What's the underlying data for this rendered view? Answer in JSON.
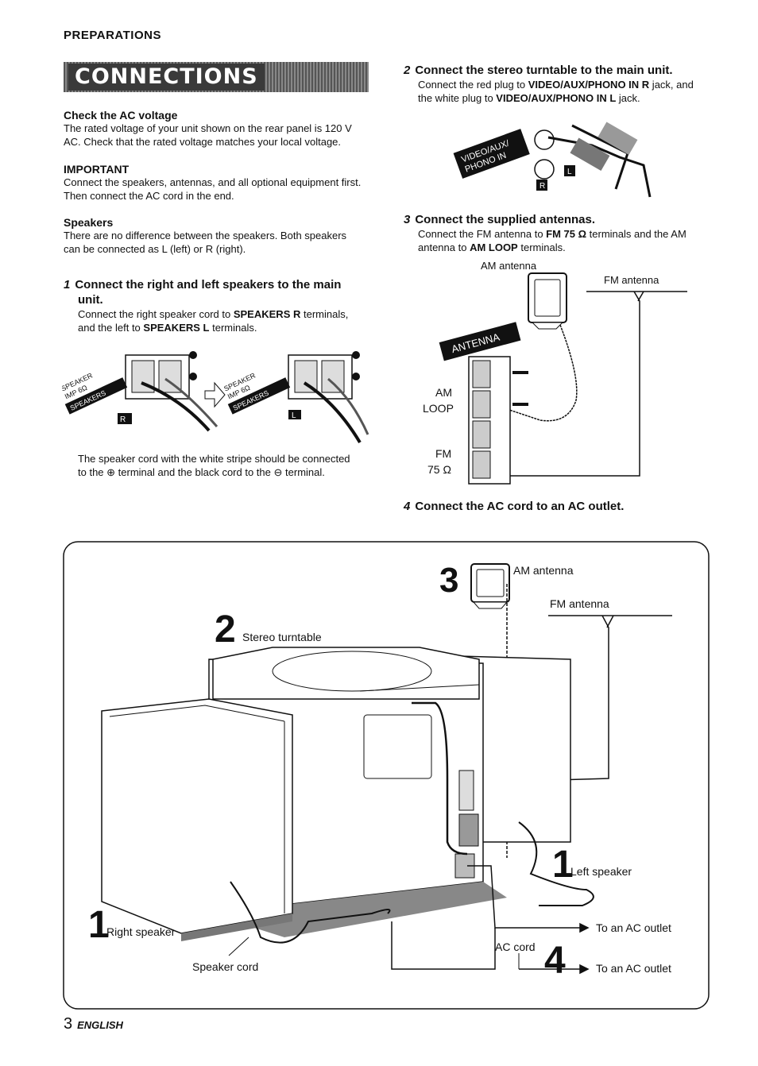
{
  "header": {
    "section": "PREPARATIONS",
    "banner": "CONNECTIONS"
  },
  "left": {
    "check_heading": "Check the AC voltage",
    "check_text_1": "The rated voltage of your unit shown on the rear panel is 120 V",
    "check_text_2": "AC. Check that the rated voltage matches your local voltage.",
    "important_heading": "IMPORTANT",
    "important_text_1": "Connect the speakers, antennas, and all optional equipment first.",
    "important_text_2": "Then connect the AC cord in the end.",
    "speakers_heading": "Speakers",
    "speakers_text_1": "There are no difference between the speakers. Both speakers",
    "speakers_text_2": "can be connected as L (left) or R (right).",
    "step1_num": "1",
    "step1_title_1": "Connect the right and left speakers to the main",
    "step1_title_2": "unit.",
    "step1_text_1a": "Connect the right speaker cord to ",
    "step1_text_1b": "SPEAKERS R",
    "step1_text_1c": " terminals,",
    "step1_text_2a": "and the left to ",
    "step1_text_2b": "SPEAKERS L",
    "step1_text_2c": " terminals.",
    "spk_label_a": "SPEAKER",
    "spk_label_b": "IMP 6Ω",
    "spk_label_c": "SPEAKERS",
    "term_R": "R",
    "term_L": "L",
    "note_1": "The speaker cord with the white stripe should be connected",
    "note_2a": "to the ",
    "note_2b": " terminal and the black cord to the ",
    "note_2c": " terminal."
  },
  "right": {
    "step2_num": "2",
    "step2_title": "Connect the stereo turntable to the main unit.",
    "step2_text_1a": "Connect the red plug to ",
    "step2_text_1b": "VIDEO/AUX/PHONO IN R",
    "step2_text_1c": " jack, and",
    "step2_text_2a": "the white plug to ",
    "step2_text_2b": "VIDEO/AUX/PHONO IN L",
    "step2_text_2c": " jack.",
    "jack_label_1": "VIDEO/AUX/",
    "jack_label_2": "PHONO IN",
    "jack_R": "R",
    "jack_L": "L",
    "step3_num": "3",
    "step3_title": "Connect the supplied antennas.",
    "step3_text_1a": "Connect the FM antenna to ",
    "step3_text_1b": "FM 75 Ω",
    "step3_text_1c": " terminals and the AM",
    "step3_text_2a": "antenna to ",
    "step3_text_2b": "AM LOOP",
    "step3_text_2c": " terminals.",
    "am_antenna": "AM antenna",
    "fm_antenna": "FM antenna",
    "antenna_plate": "ANTENNA",
    "am_loop_1": "AM",
    "am_loop_2": "LOOP",
    "fm_75_1": "FM",
    "fm_75_2": "75 Ω",
    "step4_num": "4",
    "step4_title": "Connect the AC cord to an AC outlet."
  },
  "diagram": {
    "num3": "3",
    "am_antenna": "AM antenna",
    "fm_antenna": "FM antenna",
    "num2": "2",
    "stereo_turntable": "Stereo turntable",
    "num1_left": "1",
    "left_speaker": "Left speaker",
    "num1_right": "1",
    "right_speaker": "Right speaker",
    "speaker_cord": "Speaker cord",
    "ac_cord": "AC cord",
    "num4": "4",
    "to_outlet_1": "To an AC outlet",
    "to_outlet_2": "To an AC outlet"
  },
  "footer": {
    "page": "3",
    "lang": "ENGLISH"
  }
}
